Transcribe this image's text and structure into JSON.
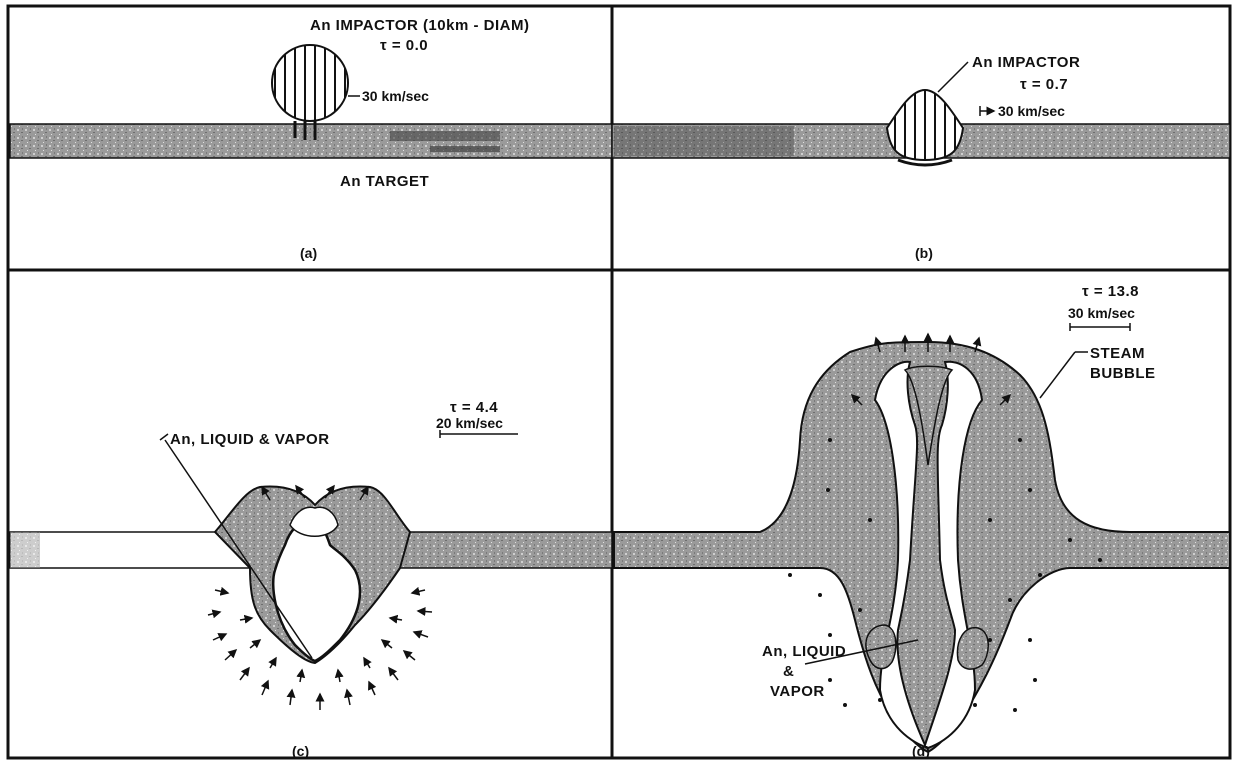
{
  "panel_a": {
    "impactor_label": "An IMPACTOR  (10km - DIAM)",
    "tau": "τ = 0.0",
    "speed": "30 km/sec",
    "target_label": "An  TARGET",
    "caption": "(a)"
  },
  "panel_b": {
    "impactor_label": "An  IMPACTOR",
    "tau": "τ = 0.7",
    "speed": "30 km/sec",
    "caption": "(b)"
  },
  "panel_c": {
    "tau": "τ = 4.4",
    "scale": "20 km/sec",
    "melt_label": "An, LIQUID & VAPOR",
    "caption": "(c)"
  },
  "panel_d": {
    "tau": "τ = 13.8",
    "scale": "30 km/sec",
    "bubble_label_1": "STEAM",
    "bubble_label_2": "BUBBLE",
    "melt_label_1": "An, LIQUID",
    "melt_label_2": "&",
    "melt_label_3": "VAPOR",
    "caption": "(d)"
  }
}
